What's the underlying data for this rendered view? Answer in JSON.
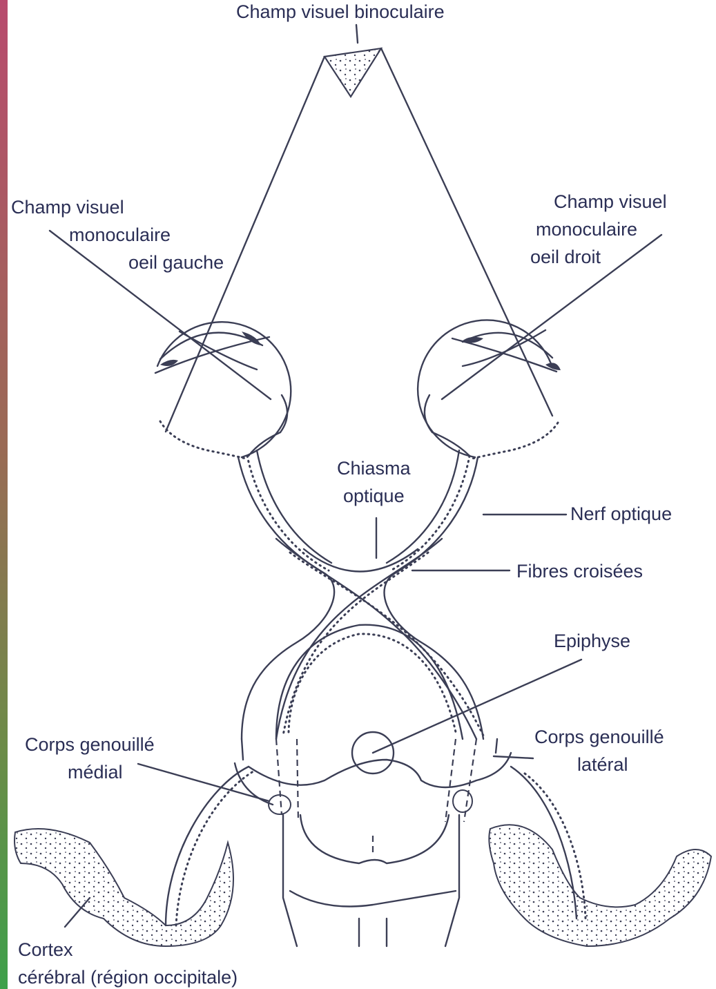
{
  "labels": {
    "binocular": "Champ visuel binoculaire",
    "mono_left_1": "Champ visuel",
    "mono_left_2": "monoculaire",
    "mono_left_3": "oeil gauche",
    "mono_right_1": "Champ visuel",
    "mono_right_2": "monoculaire",
    "mono_right_3": "oeil droit",
    "chiasma_1": "Chiasma",
    "chiasma_2": "optique",
    "nerf": "Nerf optique",
    "fibres": "Fibres croisées",
    "epiphyse": "Epiphyse",
    "medial_1": "Corps genouillé",
    "medial_2": "médial",
    "lateral_1": "Corps genouillé",
    "lateral_2": "latéral",
    "cortex_1": "Cortex",
    "cortex_2": "cérébral (région occipitale)"
  },
  "colors": {
    "line": "#3b3e55",
    "label": "#2a2e55",
    "stripe_top": "#b84b6e",
    "stripe_bottom": "#3ea04a"
  }
}
